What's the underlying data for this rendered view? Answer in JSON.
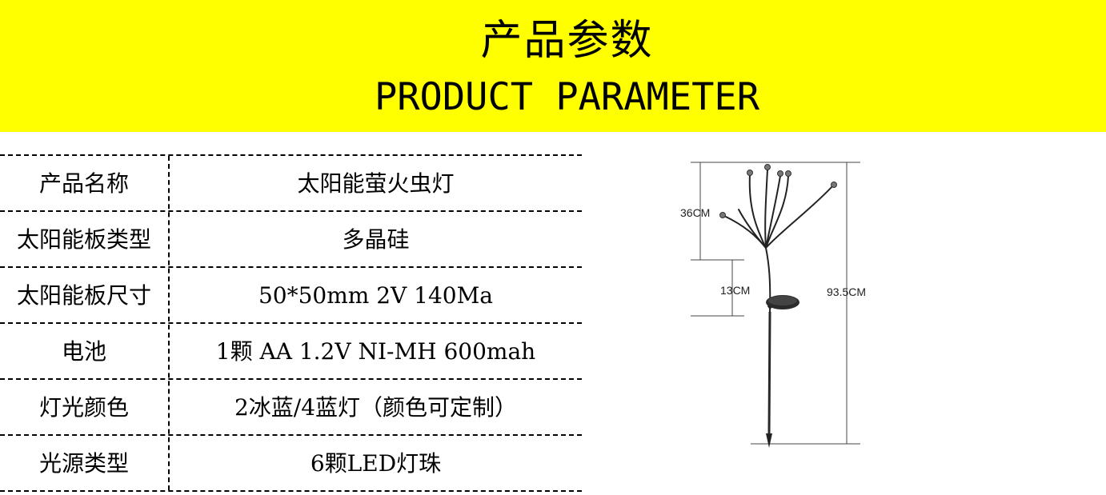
{
  "header": {
    "title_cn": "产品参数",
    "title_en": "PRODUCT PARAMETER"
  },
  "table": {
    "rows": [
      {
        "label": "产品名称",
        "value": "太阳能萤火虫灯"
      },
      {
        "label": "太阳能板类型",
        "value": "多晶硅"
      },
      {
        "label": "太阳能板尺寸",
        "value": "50*50mm 2V 140Ma"
      },
      {
        "label": "电池",
        "value": "1颗 AA 1.2V NI-MH 600mah"
      },
      {
        "label": "灯光颜色",
        "value": "2冰蓝/4蓝灯（颜色可定制）"
      },
      {
        "label": "光源类型",
        "value": "6颗LED灯珠"
      }
    ]
  },
  "diagram": {
    "dim_top": "36CM",
    "dim_middle": "13CM",
    "dim_total": "93.5CM"
  },
  "colors": {
    "banner": "#ffff00",
    "text": "#000000"
  }
}
